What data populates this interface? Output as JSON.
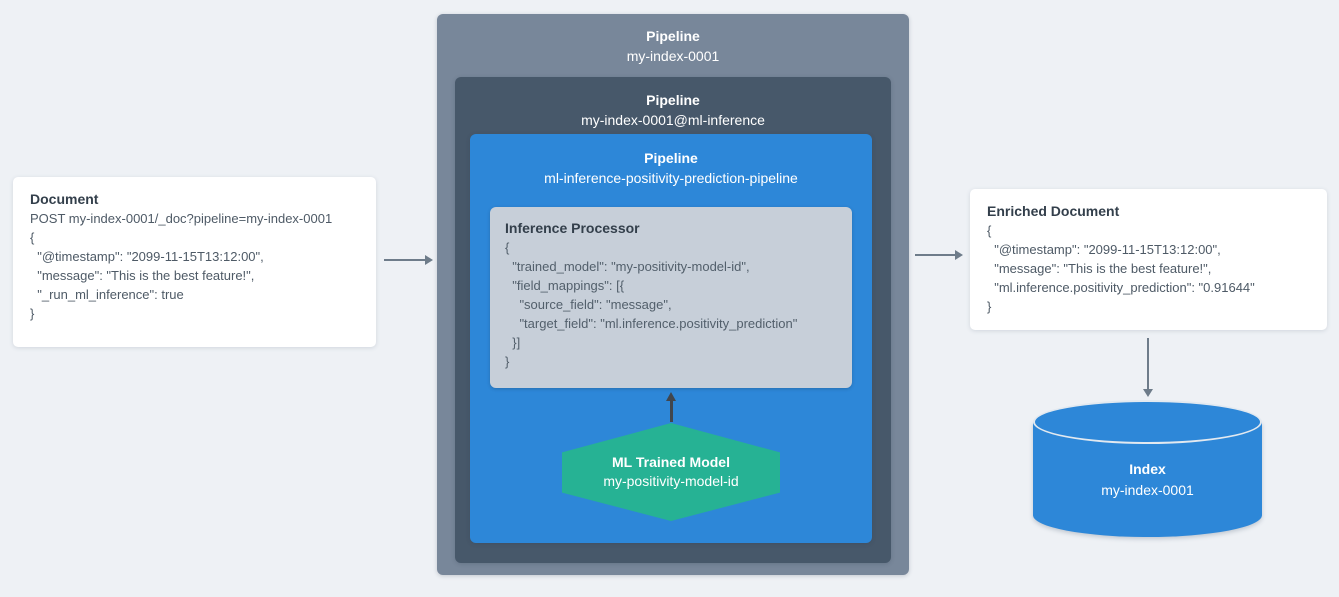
{
  "document_card": {
    "title": "Document",
    "lines": [
      "POST my-index-0001/_doc?pipeline=my-index-0001",
      "{",
      "  \"@timestamp\": \"2099-11-15T13:12:00\",",
      "  \"message\": \"This is the best feature!\",",
      "  \"_run_ml_inference\": true",
      "}"
    ]
  },
  "outer_pipeline": {
    "label": "Pipeline",
    "name": "my-index-0001"
  },
  "ml_inference_pipeline": {
    "label": "Pipeline",
    "name": "my-index-0001@ml-inference"
  },
  "prediction_pipeline": {
    "label": "Pipeline",
    "name": "ml-inference-positivity-prediction-pipeline"
  },
  "inference_processor": {
    "title": "Inference Processor",
    "lines": [
      "{",
      "  \"trained_model\": \"my-positivity-model-id\",",
      "  \"field_mappings\": [{",
      "    \"source_field\": \"message\",",
      "    \"target_field\": \"ml.inference.positivity_prediction\"",
      "  }]",
      "}"
    ]
  },
  "ml_trained_model": {
    "title": "ML Trained Model",
    "name": "my-positivity-model-id"
  },
  "enriched_document_card": {
    "title": "Enriched Document",
    "lines": [
      "{",
      "  \"@timestamp\": \"2099-11-15T13:12:00\",",
      "  \"message\": \"This is the best feature!\",",
      "  \"ml.inference.positivity_prediction\": \"0.91644\"",
      "}"
    ]
  },
  "index_store": {
    "title": "Index",
    "name": "my-index-0001"
  },
  "colors": {
    "background": "#eef1f5",
    "outer_pipeline_box": "#78879a",
    "ml_inference_pipeline_box": "#47586a",
    "prediction_pipeline_box": "#2d87d8",
    "inference_processor_box": "#c7cfd9",
    "ml_trained_model_hexagon": "#26b294",
    "index_cylinder": "#2d87d8",
    "document_card": "#ffffff",
    "flow_arrow": "#6e7c8a",
    "model_arrow": "#41464d",
    "title_text": "#333f4b",
    "code_text": "#4e5a66",
    "light_text": "#ffffff"
  }
}
